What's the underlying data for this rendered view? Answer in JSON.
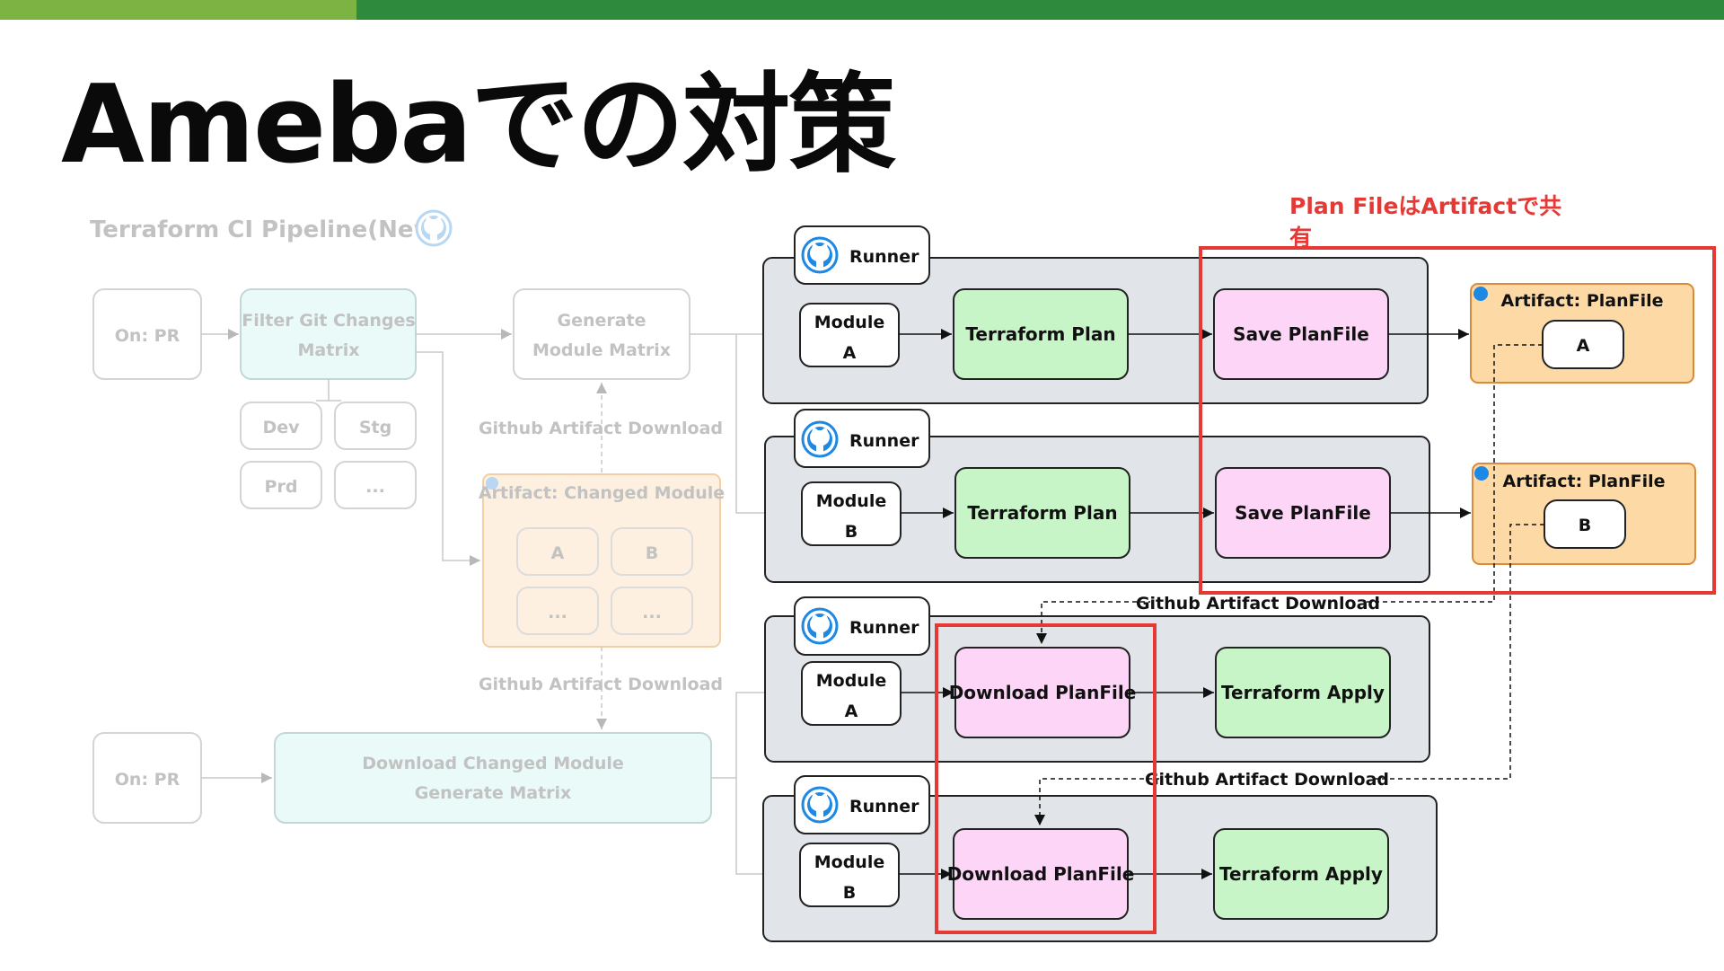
{
  "slide": {
    "title": "Amebaでの対策"
  },
  "colors": {
    "bar_light_green": "#7cb342",
    "bar_dark_green": "#2e8b3d",
    "highlight_red": "#e53935",
    "runner_box": "#e1e4e9",
    "plan_green": "#c8f5c8",
    "save_pink": "#fdd6f7",
    "artifact_orange": "#fdd9a6",
    "faded_cyan": "#e9faf9",
    "faded_orange": "#fdf0e1",
    "github_blue": "#1e88e5"
  },
  "icons": {
    "github": "github-octocat-icon"
  },
  "pipeline": {
    "title": "Terraform CI Pipeline(New)",
    "on_pr_label": "On: PR",
    "filter_line1": "Filter Git Changes",
    "filter_line2": "Matrix",
    "generate_line1": "Generate",
    "generate_line2": "Module Matrix",
    "envs": [
      "Dev",
      "Stg",
      "Prd",
      "..."
    ],
    "artifact_download_label": "Github Artifact Download",
    "changed_artifact_title": "Artifact: Changed Module",
    "changed_modules": [
      "A",
      "B",
      "...",
      "..."
    ],
    "on_pr_label_2": "On: PR",
    "download_changed_line1": "Download Changed Module",
    "download_changed_line2": "Generate Matrix"
  },
  "jobs": {
    "runner_label": "Runner",
    "module_label": "Module",
    "module_a": "A",
    "module_b": "B",
    "terraform_plan": "Terraform Plan",
    "save_planfile": "Save PlanFile",
    "download_planfile": "Download PlanFile",
    "terraform_apply": "Terraform Apply",
    "artifact_planfile": "Artifact: PlanFile",
    "artifact_a": "A",
    "artifact_b": "B",
    "github_artifact_download": "Github Artifact Download"
  },
  "annotation": {
    "line1": "Plan FileはArtifactで共",
    "line2": "有"
  }
}
